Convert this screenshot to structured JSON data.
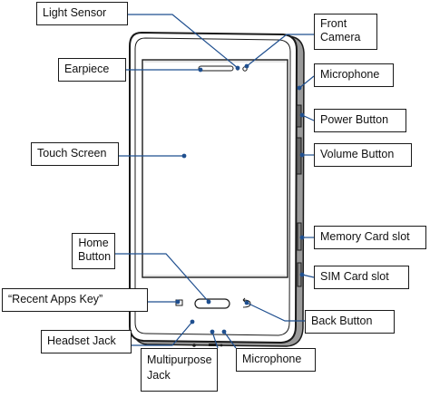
{
  "labels": {
    "light_sensor": "Light Sensor",
    "front_camera": "Front Camera",
    "earpiece": "Earpiece",
    "microphone_top": "Microphone",
    "power_button": "Power Button",
    "touch_screen": "Touch Screen",
    "volume_button": "Volume Button",
    "memory_card_slot": "Memory Card slot",
    "home_button": "Home Button",
    "sim_card_slot": "SIM Card  slot",
    "recent_apps_key": "“Recent Apps Key”",
    "back_button": "Back Button",
    "headset_jack": "Headset Jack",
    "multipurpose_jack": "Multipurpose Jack",
    "microphone_bottom": "Microphone"
  },
  "colors": {
    "leader_line": "#1f4f8f",
    "device_outline": "#1a1a1a"
  }
}
